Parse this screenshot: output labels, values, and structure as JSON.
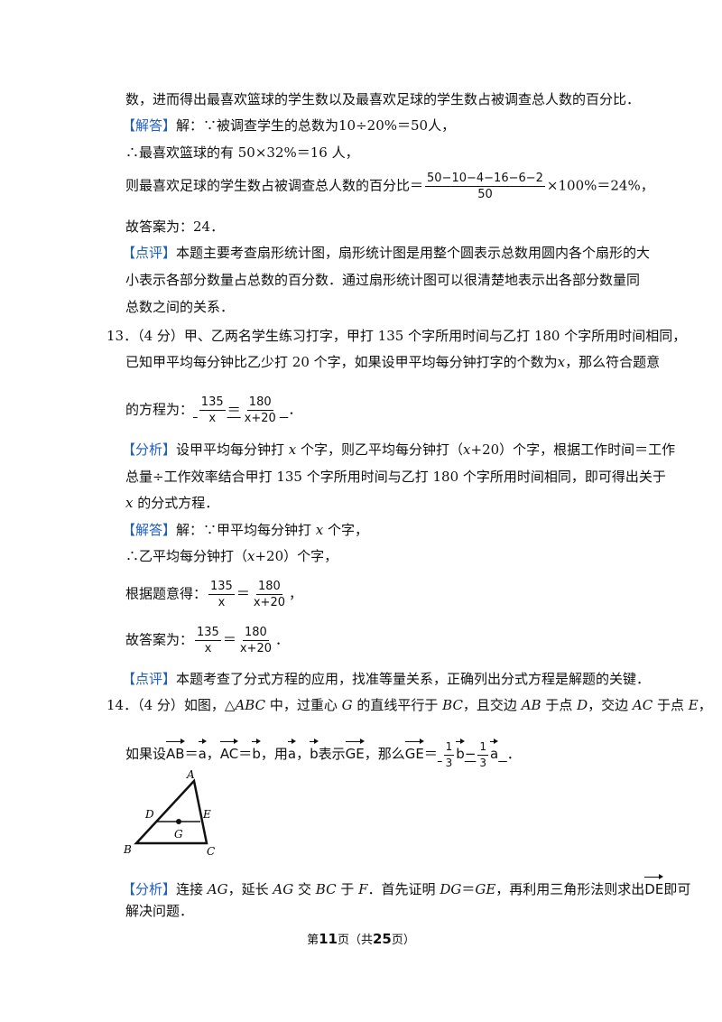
{
  "para1": {
    "l1": "数，进而得出最喜欢篮球的学生数以及最喜欢足球的学生数占被调查总人数的百分比．",
    "tag_answer": "【解答】",
    "l2": "解：∵被调查学生的总数为10÷20%＝50人，",
    "l3": "∴最喜欢篮球的有 50×32%＝16 人，",
    "l4_pre": "则最喜欢足球的学生数占被调查总人数的百分比＝",
    "l4_num": "50−10−4−16−6−2",
    "l4_den": "50",
    "l4_post": "×100%＝24%，",
    "l5": "故答案为：24．",
    "tag_comment": "【点评】",
    "l6": "本题主要考查扇形统计图，扇形统计图是用整个圆表示总数用圆内各个扇形的大",
    "l7": "小表示各部分数量占总数的百分数．通过扇形统计图可以很清楚地表示出各部分数量同",
    "l8": "总数之间的关系．"
  },
  "q13": {
    "l1": "13．（4 分）甲、乙两名学生练习打字，甲打 135 个字所用时间与乙打 180 个字所用时间相同，",
    "l2_pre": "已知甲平均每分钟比乙少打 20 个字，如果设甲平均每分钟打字的个数为",
    "l2_var": "x",
    "l2_post": "，那么符合题意",
    "l3_pre": "的方程为：",
    "frac1_num": "135",
    "frac1_den": "x",
    "eq": "＝",
    "frac2_num": "180",
    "frac2_den": "x+20",
    "end": "．",
    "tag_analysis": "【分析】",
    "a1_pre": "设甲平均每分钟打 ",
    "a1_var": "x",
    "a1_mid": " 个字，则乙平均每分钟打（",
    "a1_var2": "x",
    "a1_post": "+20）个字，根据工作时间＝工作",
    "a2": "总量÷工作效率结合甲打 135 个字所用时间与乙打 180 个字所用时间相同，即可得出关于",
    "a3_var": "x",
    "a3_post": " 的分式方程．",
    "tag_answer": "【解答】",
    "s1_pre": "解：∵甲平均每分钟打 ",
    "s1_var": "x",
    "s1_post": " 个字，",
    "s2_pre": "∴乙平均每分钟打（",
    "s2_var": "x",
    "s2_post": "+20）个字，",
    "s3_pre": "根据题意得：",
    "s3_end": "，",
    "s4_pre": "故答案为：",
    "s4_end": "．",
    "tag_comment": "【点评】",
    "c1": "本题考查了分式方程的应用，找准等量关系，正确列出分式方程是解题的关键．"
  },
  "q14": {
    "l1_pre": "14．（4 分）如图，△",
    "l1_abc": "ABC",
    "l1_m1": " 中，过重心 ",
    "l1_g": "G",
    "l1_m2": " 的直线平行于 ",
    "l1_bc": "BC",
    "l1_m3": "，且交边 ",
    "l1_ab": "AB",
    "l1_m4": " 于点 ",
    "l1_d": "D",
    "l1_m5": "，交边 ",
    "l1_ac": "AC",
    "l1_m6": " 于点 ",
    "l1_e": "E",
    "l1_end": "，",
    "l2_pre": "如果设",
    "vec_ab": "AB",
    "eq1": "＝",
    "vec_a": "a",
    "comma1": "，",
    "vec_ac": "AC",
    "eq2": "＝",
    "vec_b": "b",
    "l2_m1": "，用",
    "l2_m2": "，",
    "l2_m3": "表示",
    "vec_ge": "GE",
    "l2_m4": "，那么",
    "eq3": "＝",
    "ans_f1_num": "1",
    "ans_f1_den": "3",
    "ans_minus": "−",
    "ans_f2_num": "1",
    "ans_f2_den": "3",
    "l2_end": "．",
    "fig": {
      "A": "A",
      "B": "B",
      "C": "C",
      "D": "D",
      "E": "E",
      "G": "G"
    },
    "tag_analysis": "【分析】",
    "an1_pre": "连接 ",
    "an1_ag": "AG",
    "an1_m1": "，延长 ",
    "an1_ag2": "AG",
    "an1_m2": " 交 ",
    "an1_bc": "BC",
    "an1_m3": " 于 ",
    "an1_f": "F",
    "an1_m4": "．首先证明 ",
    "an1_dg": "DG",
    "an1_m5": "＝",
    "an1_ge": "GE",
    "an1_m6": "，再利用三角形法则求出",
    "vec_de": "DE",
    "an1_end": "即可",
    "an2": "解决问题．"
  },
  "footer": {
    "pre": "第",
    "page": "11",
    "mid": "页（共",
    "total": "25",
    "post": "页）"
  }
}
